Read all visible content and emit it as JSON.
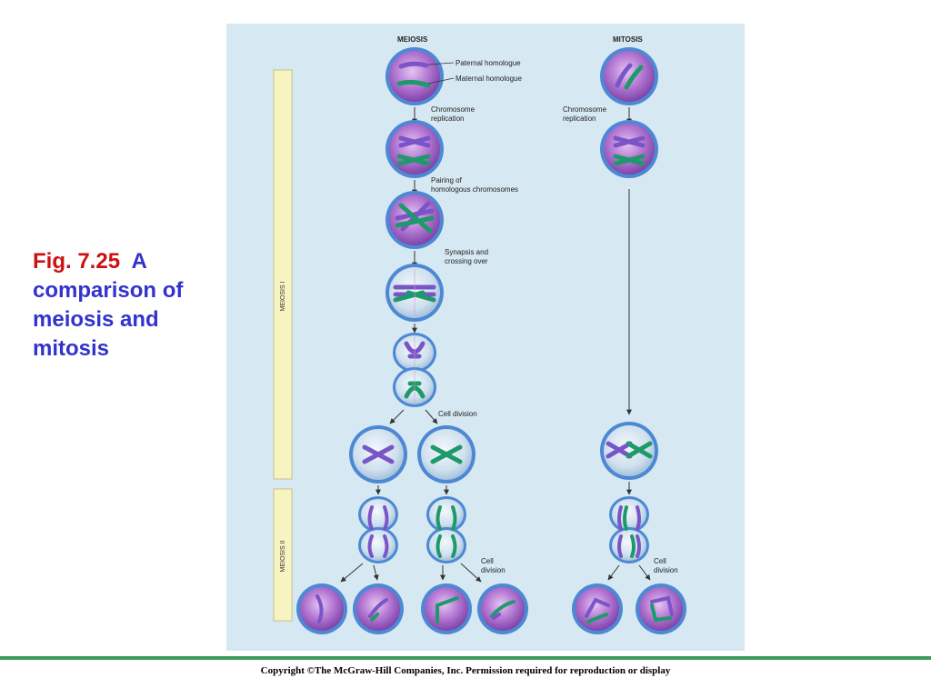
{
  "caption": {
    "fig_number": "Fig. 7.25",
    "title": "A comparison of meiosis and mitosis"
  },
  "headers": {
    "meiosis": "MEIOSIS",
    "mitosis": "MITOSIS"
  },
  "phases": {
    "meiosis1": "MEIOSIS I",
    "meiosis2": "MEIOSIS II"
  },
  "labels": {
    "paternal": "Paternal homologue",
    "maternal": "Maternal homologue",
    "replication": [
      "Chromosome",
      "replication"
    ],
    "mitosis_replication": [
      "Chromosome",
      "replication"
    ],
    "pairing": [
      "Pairing of",
      "homologous chromosomes"
    ],
    "synapsis": [
      "Synapsis and",
      "crossing over"
    ],
    "cell_division_1": "Cell division",
    "cell_division_2": [
      "Cell",
      "division"
    ],
    "cell_division_3": [
      "Cell",
      "division"
    ]
  },
  "colors": {
    "paternal": "#7a55c8",
    "maternal": "#1e9a6a",
    "cell": "#9a55c2",
    "membrane": "#4c88d4"
  },
  "copyright": "Copyright ©The McGraw-Hill Companies, Inc. Permission required for reproduction or display"
}
